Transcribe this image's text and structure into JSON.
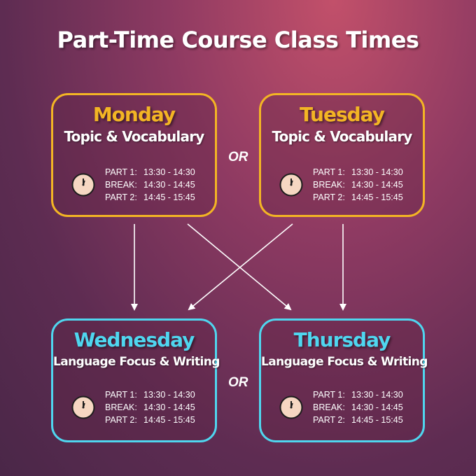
{
  "title": "Part-Time Course Class Times",
  "or_label": "OR",
  "colors": {
    "top_accent": "#f3b524",
    "bottom_accent": "#4fd6ef",
    "text": "#ffffff"
  },
  "schedule": {
    "part1_label": "PART 1:",
    "part1_time": "13:30 - 14:30",
    "break_label": "BREAK:",
    "break_time": "14:30 - 14:45",
    "part2_label": "PART 2:",
    "part2_time": "14:45 - 15:45"
  },
  "cards": {
    "monday": {
      "day": "Monday",
      "topic": "Topic & Vocabulary"
    },
    "tuesday": {
      "day": "Tuesday",
      "topic": "Topic & Vocabulary"
    },
    "wednesday": {
      "day": "Wednesday",
      "topic": "Language Focus & Writing"
    },
    "thursday": {
      "day": "Thursday",
      "topic": "Language Focus & Writing"
    }
  },
  "icons": {
    "clock": "clock-icon",
    "arrow": "arrow-down-icon"
  }
}
